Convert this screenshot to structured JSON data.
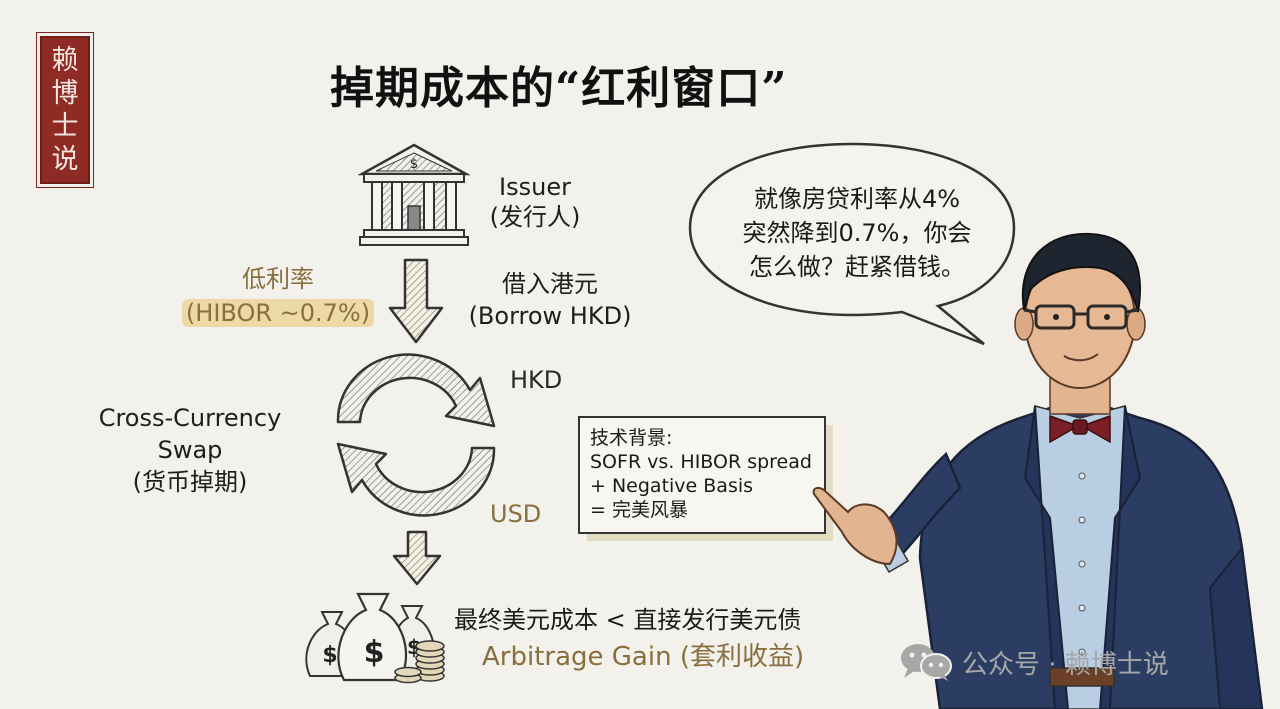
{
  "seal": {
    "chars": [
      "赖",
      "博",
      "士",
      "说"
    ],
    "color": "#8e2b25"
  },
  "title": "掉期成本的“红利窗口”",
  "issuer": {
    "label_en": "Issuer",
    "label_zh": "(发行人)",
    "icon": "bank-building-icon"
  },
  "borrow": {
    "label_zh": "借入港元",
    "label_en": "(Borrow HKD)"
  },
  "low_rate": {
    "label_zh": "低利率",
    "label_en": "(HIBOR ~0.7%)",
    "highlight_color": "#ecd9a6"
  },
  "swap": {
    "label_line1": "Cross-Currency",
    "label_line2": "Swap",
    "label_zh": "(货币掉期)",
    "top_currency": "HKD",
    "bottom_currency": "USD",
    "icon": "cycle-arrows-icon"
  },
  "tech_box": {
    "heading": "技术背景:",
    "line1": "SOFR vs. HIBOR spread",
    "line2": "+ Negative Basis",
    "line3": "= 完美风暴"
  },
  "result": {
    "line1": "最终美元成本 < 直接发行美元债",
    "line2": "Arbitrage Gain (套利收益)",
    "icon": "money-bags-icon"
  },
  "speech_bubble": {
    "line1": "就像房贷利率从4%",
    "line2": "突然降到0.7%，你会",
    "line3": "怎么做？赶紧借钱。"
  },
  "watermark": {
    "text": "公众号 · 赖博士说",
    "icon": "wechat-icon"
  },
  "colors": {
    "background": "#f2f1eb",
    "accent_gold": "#8a6f3e",
    "suit_navy": "#2b3d62",
    "bowtie": "#7a1f25"
  }
}
